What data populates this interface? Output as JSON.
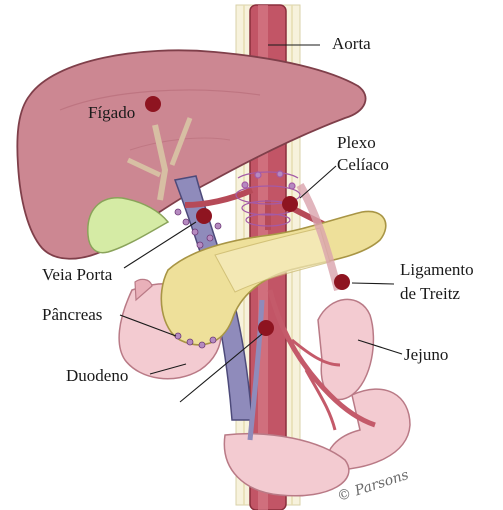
{
  "labels": {
    "aorta": "Aorta",
    "figado": "Fígado",
    "plexo_line1": "Plexo",
    "plexo_line2": "Celíaco",
    "veia_porta": "Veia Porta",
    "ligamento_line1": "Ligamento",
    "ligamento_line2": "de Treitz",
    "pancreas": "Pâncreas",
    "jejuno": "Jejuno",
    "duodeno": "Duodeno"
  },
  "signature": "© Parsons",
  "colors": {
    "liver": "#c9838f",
    "aorta": "#b64a58",
    "portal_vein": "#8f89b8",
    "pancreas": "#efe19a",
    "gallbladder": "#cfe8a0",
    "intestine": "#f2c9cf",
    "marker": "#8e1420",
    "nerve": "#9a4fa6"
  }
}
